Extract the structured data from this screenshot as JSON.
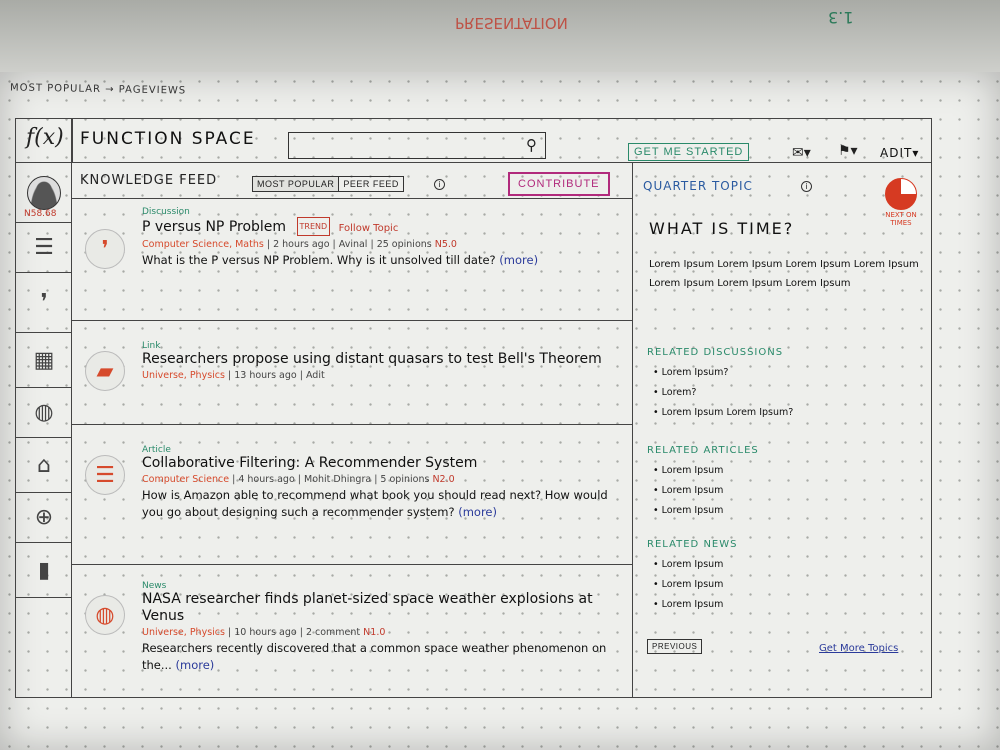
{
  "sheet_note": "MOST POPULAR → PAGEVIEWS",
  "back_sheet": {
    "text": "PRESENTATION",
    "number": "1.3"
  },
  "app": {
    "logo": "f(x)",
    "title": "FUNCTION SPACE",
    "search_placeholder": "",
    "search_icon": "search-icon",
    "get_started": "GET ME STARTED",
    "user": "ADIT▾",
    "mail_icon": "✉▾",
    "flag_icon": "⚑▾"
  },
  "rail": {
    "reputation": "N58.68",
    "items": [
      "avatar",
      "list-icon",
      "discussion-icon",
      "folder-icon",
      "globe-icon",
      "library-icon",
      "crosshair-icon",
      "chart-icon"
    ]
  },
  "feed": {
    "title": "KNOWLEDGE FEED",
    "tabs": [
      "MOST POPULAR",
      "PEER FEED"
    ],
    "contribute": "CONTRIBUTE",
    "posts": [
      {
        "type": "Discussion",
        "title": "P versus NP Problem",
        "trend": "TREND",
        "follow": "Follow Topic",
        "tags": "Computer Science, Maths",
        "meta": " | 2 hours ago | Avinal | 25 opinions",
        "score": " N5.0",
        "excerpt": "What is the P versus NP Problem. Why is it unsolved till date?",
        "more": "(more)"
      },
      {
        "type": "Link",
        "title": "Researchers propose using distant quasars to test Bell's Theorem",
        "tags": "Universe, Physics",
        "meta": " | 13 hours ago | Adit"
      },
      {
        "type": "Article",
        "title": "Collaborative Filtering: A Recommender System",
        "tags": "Computer Science",
        "meta": " | 4 hours ago | Mohit Dhingra | 5 opinions",
        "score": " N2.0",
        "excerpt": "How is Amazon able to recommend what book you should read next? How would you go about designing such a recommender system?",
        "more": "(more)"
      },
      {
        "type": "News",
        "title": "NASA researcher finds planet-sized space weather explosions at Venus",
        "tags": "Universe, Physics",
        "meta": " | 10 hours ago | 2 comment",
        "score": " N1.0",
        "excerpt": "Researchers recently discovered that a common space weather phenomenon on the...",
        "more": "(more)"
      }
    ]
  },
  "side": {
    "heading": "QUARTER TOPIC",
    "next_label": "NEXT ON TIMES",
    "topic_title": "WHAT IS TIME?",
    "topic_text": "Lorem Ipsum Lorem Ipsum Lorem Ipsum Lorem Ipsum Lorem Ipsum Lorem Ipsum Lorem Ipsum",
    "related_discussions": {
      "heading": "RELATED DISCUSSIONS",
      "items": [
        "Lorem Ipsum?",
        "Lorem?",
        "Lorem Ipsum Lorem Ipsum?"
      ]
    },
    "related_articles": {
      "heading": "RELATED ARTICLES",
      "items": [
        "Lorem Ipsum",
        "Lorem Ipsum",
        "Lorem Ipsum"
      ]
    },
    "related_news": {
      "heading": "RELATED NEWS",
      "items": [
        "Lorem Ipsum",
        "Lorem Ipsum",
        "Lorem Ipsum"
      ]
    },
    "previous": "PREVIOUS",
    "more_topics": "Get More Topics"
  }
}
